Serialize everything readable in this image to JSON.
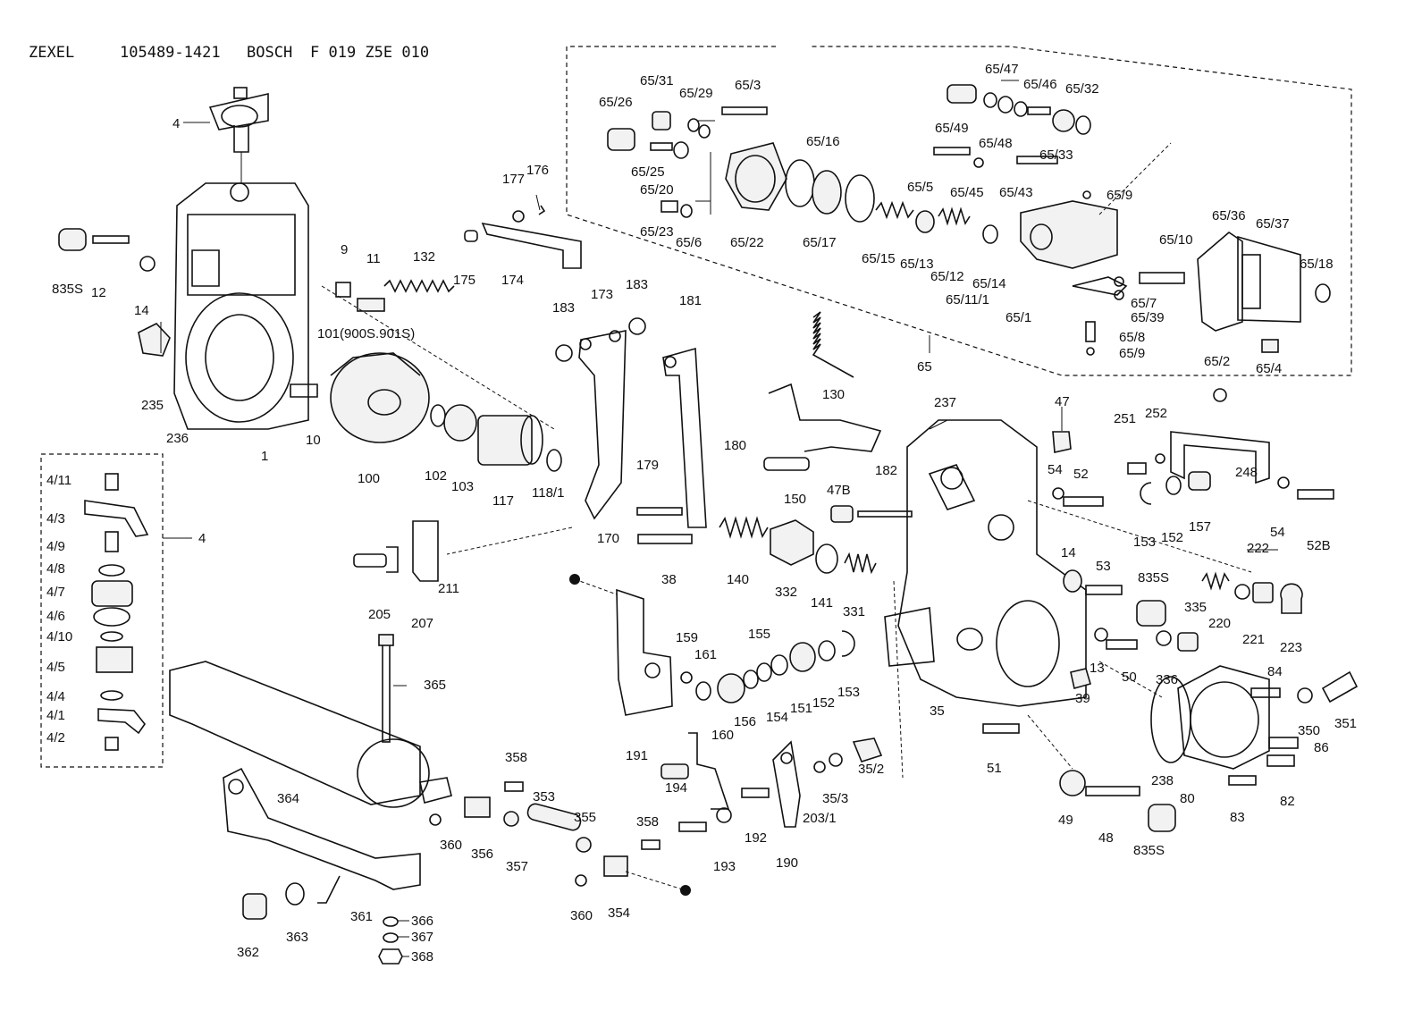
{
  "header": {
    "zexel_label": "ZEXEL",
    "zexel_number": "105489-1421",
    "bosch_label": "BOSCH",
    "bosch_number": "F 019 Z5E 010"
  },
  "inset_callout": "4",
  "group_callout": "65",
  "labels": {
    "l4": "4",
    "l835s_a": "835S",
    "l12": "12",
    "l14_a": "14",
    "l235": "235",
    "l236": "236",
    "l1": "1",
    "l10": "10",
    "l9": "9",
    "l11": "11",
    "l132": "132",
    "l101": "101(900S.901S)",
    "l100": "100",
    "l102": "102",
    "l103": "103",
    "l117": "117",
    "l118_1": "118/1",
    "l175": "175",
    "l174": "174",
    "l177": "177",
    "l176": "176",
    "l173": "173",
    "l183_a": "183",
    "l183_b": "183",
    "l181": "181",
    "l170": "170",
    "l180": "180",
    "l179": "179",
    "l205": "205",
    "l207": "207",
    "l211": "211",
    "l38": "38",
    "l140": "140",
    "l332": "332",
    "l141": "141",
    "l331": "331",
    "l130": "130",
    "l150": "150",
    "l182": "182",
    "l47b": "47B",
    "l237": "237",
    "l47": "47",
    "l54_a": "54",
    "l52": "52",
    "l251": "251",
    "l252": "252",
    "l248": "248",
    "l153_a": "153",
    "l152_a": "152",
    "l157": "157",
    "l54_b": "54",
    "l52b": "52B",
    "l14_b": "14",
    "l53": "53",
    "l835s_b": "835S",
    "l335": "335",
    "l220": "220",
    "l222": "222",
    "l221": "221",
    "l223": "223",
    "l13": "13",
    "l50": "50",
    "l336": "336",
    "l39": "39",
    "l35": "35",
    "l84": "84",
    "l350": "350",
    "l351": "351",
    "l86": "86",
    "l238": "238",
    "l80": "80",
    "l82": "82",
    "l83": "83",
    "l51": "51",
    "l49": "49",
    "l48": "48",
    "l835s_c": "835S",
    "l159": "159",
    "l161": "161",
    "l155": "155",
    "l160": "160",
    "l156": "156",
    "l154": "154",
    "l151": "151",
    "l152_b": "152",
    "l153_b": "153",
    "l191": "191",
    "l365": "365",
    "l364": "364",
    "l358_a": "358",
    "l353": "353",
    "l355": "355",
    "l358_b": "358",
    "l360_a": "360",
    "l356": "356",
    "l357": "357",
    "l360_b": "360",
    "l354": "354",
    "l194": "194",
    "l192": "192",
    "l193": "193",
    "l190": "190",
    "l203_1": "203/1",
    "l35_3": "35/3",
    "l35_2": "35/2",
    "l362": "362",
    "l363": "363",
    "l361": "361",
    "l366": "366",
    "l367": "367",
    "l368": "368",
    "i4_11": "4/11",
    "i4_3": "4/3",
    "i4_9": "4/9",
    "i4_8": "4/8",
    "i4_7": "4/7",
    "i4_6": "4/6",
    "i4_10": "4/10",
    "i4_5": "4/5",
    "i4_4": "4/4",
    "i4_1": "4/1",
    "i4_2": "4/2",
    "g65_31": "65/31",
    "g65_29": "65/29",
    "g65_3": "65/3",
    "g65_26": "65/26",
    "g65_25": "65/25",
    "g65_20": "65/20",
    "g65_23": "65/23",
    "g65_6": "65/6",
    "g65_22": "65/22",
    "g65_16": "65/16",
    "g65_17": "65/17",
    "g65_47": "65/47",
    "g65_46": "65/46",
    "g65_32": "65/32",
    "g65_49": "65/49",
    "g65_48": "65/48",
    "g65_33": "65/33",
    "g65_5": "65/5",
    "g65_45": "65/45",
    "g65_43": "65/43",
    "g65_9a": "65/9",
    "g65_15": "65/15",
    "g65_13": "65/13",
    "g65_12": "65/12",
    "g65_14": "65/14",
    "g65_11_1": "65/11/1",
    "g65_1": "65/1",
    "g65_10": "65/10",
    "g65_36": "65/36",
    "g65_37": "65/37",
    "g65_18": "65/18",
    "g65_7": "65/7",
    "g65_39": "65/39",
    "g65_8": "65/8",
    "g65_9b": "65/9",
    "g65_2": "65/2",
    "g65_4": "65/4"
  }
}
